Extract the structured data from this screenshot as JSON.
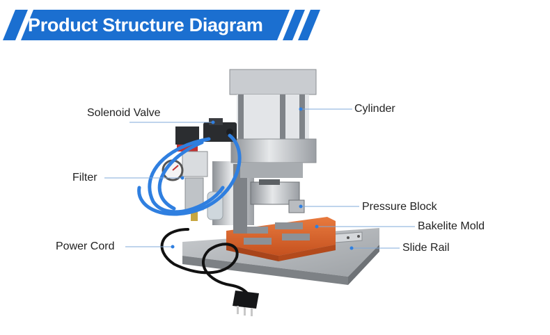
{
  "title": "Product Structure Diagram",
  "labels": {
    "cylinder": "Cylinder",
    "solenoid_valve": "Solenoid Valve",
    "filter": "Filter",
    "pressure_block": "Pressure Block",
    "bakelite_mold": "Bakelite Mold",
    "slide_rail": "Slide Rail",
    "power_cord": "Power Cord"
  },
  "colors": {
    "banner": "#1b6fd0",
    "leader_line": "#7fa8d8",
    "mold": "#d9622b",
    "hose": "#2f7fe0"
  }
}
